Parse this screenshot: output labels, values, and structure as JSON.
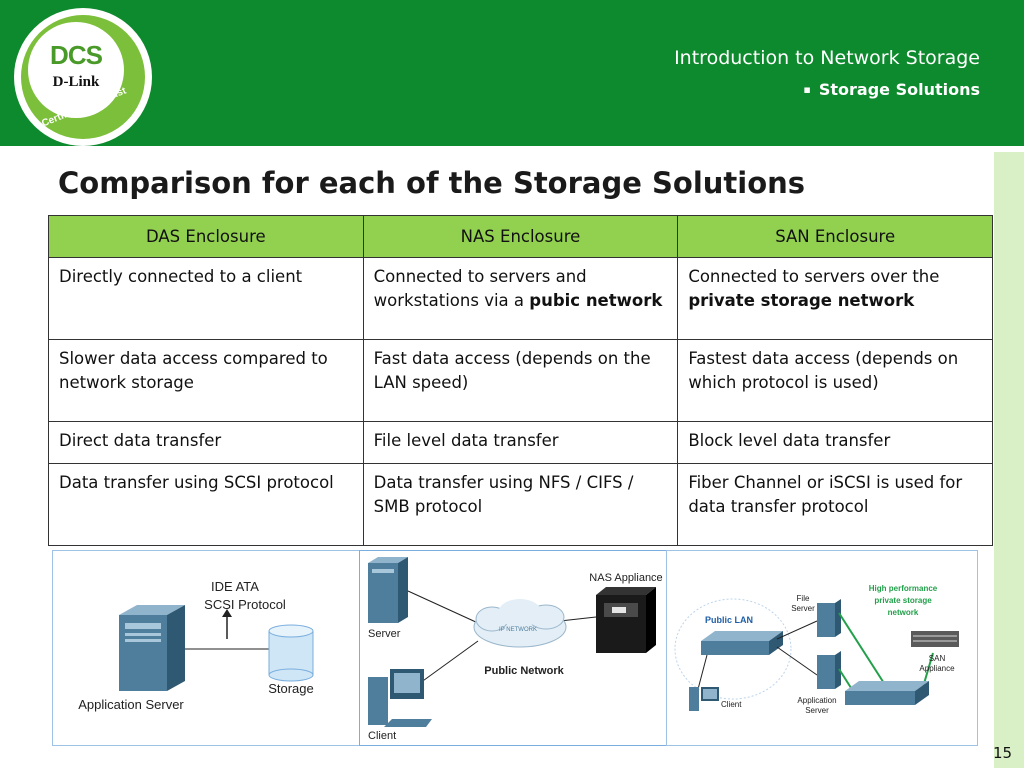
{
  "logo": {
    "title": "DCS",
    "brand": "D-Link",
    "tagline": "Certified Specialist"
  },
  "header": {
    "title": "Introduction to Network Storage",
    "subtitle": "Storage Solutions",
    "bullet": "▪"
  },
  "page_title": "Comparison for each of the Storage Solutions",
  "table": {
    "headers": [
      "DAS Enclosure",
      "NAS Enclosure",
      "SAN Enclosure"
    ],
    "rows": [
      {
        "das": "Directly connected to a client",
        "nas_prefix": "Connected to servers and workstations via a ",
        "nas_bold": "pubic network",
        "san_prefix": "Connected to servers over the ",
        "san_bold": "private storage network"
      },
      {
        "das": "Slower data access compared to network storage",
        "nas": "Fast data access (depends on the LAN speed)",
        "san": "Fastest data access (depends on which protocol is used)"
      },
      {
        "das": "Direct data transfer",
        "nas": "File level data transfer",
        "san": "Block level data transfer"
      },
      {
        "das": "Data transfer using SCSI protocol",
        "nas": "Data transfer using NFS / CIFS / SMB protocol",
        "san": "Fiber Channel or iSCSI is used for data transfer protocol"
      }
    ]
  },
  "diagram_das": {
    "protocol_line1": "IDE ATA",
    "protocol_line2": "SCSI Protocol",
    "server": "Application Server",
    "storage": "Storage"
  },
  "diagram_nas": {
    "server": "Server",
    "appliance": "NAS Appliance",
    "cloud": "IP NETWORK",
    "network": "Public Network",
    "client": "Client"
  },
  "diagram_san": {
    "hp_line1": "High performance",
    "hp_line2": "private storage",
    "hp_line3": "network",
    "public_lan": "Public LAN",
    "file_server_1": "File",
    "file_server_2": "Server",
    "san_app_1": "SAN",
    "san_app_2": "Appliance",
    "client": "Client",
    "app_server_1": "Application",
    "app_server_2": "Server"
  },
  "colors": {
    "header_green": "#0e8a2e",
    "table_header": "#92d050",
    "accent_strip": "#d9efc6"
  },
  "page_number": "15"
}
